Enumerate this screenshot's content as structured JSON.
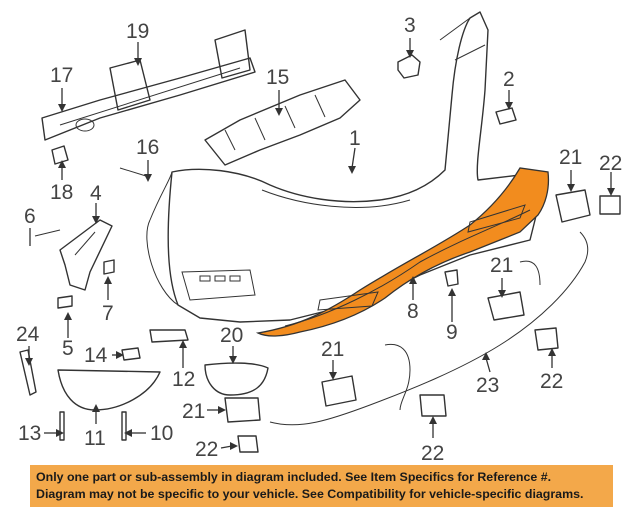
{
  "callouts": {
    "c1": "1",
    "c2": "2",
    "c3": "3",
    "c5": "5",
    "c6": "6",
    "c7": "7",
    "c8": "8",
    "c9": "9",
    "c10": "10",
    "c11": "11",
    "c12": "12",
    "c13": "13",
    "c14": "14",
    "c15": "15",
    "c16": "16",
    "c17": "17",
    "c18": "18",
    "c19": "19",
    "c20": "20",
    "c4": "4",
    "c21a": "21",
    "c21b": "21",
    "c21c": "21",
    "c21d": "21",
    "c22a": "22",
    "c22b": "22",
    "c22c": "22",
    "c22d": "22",
    "c23": "23",
    "c24": "24"
  },
  "colors": {
    "highlight": "#f28c1e",
    "footer_bg": "#f3a84a",
    "line": "#333333"
  },
  "footer": {
    "line1": "Only one part or sub-assembly in diagram included. See Item Specifics for Reference #.",
    "line2": "Diagram may not be specific to your vehicle. See Compatibility for vehicle-specific diagrams."
  }
}
